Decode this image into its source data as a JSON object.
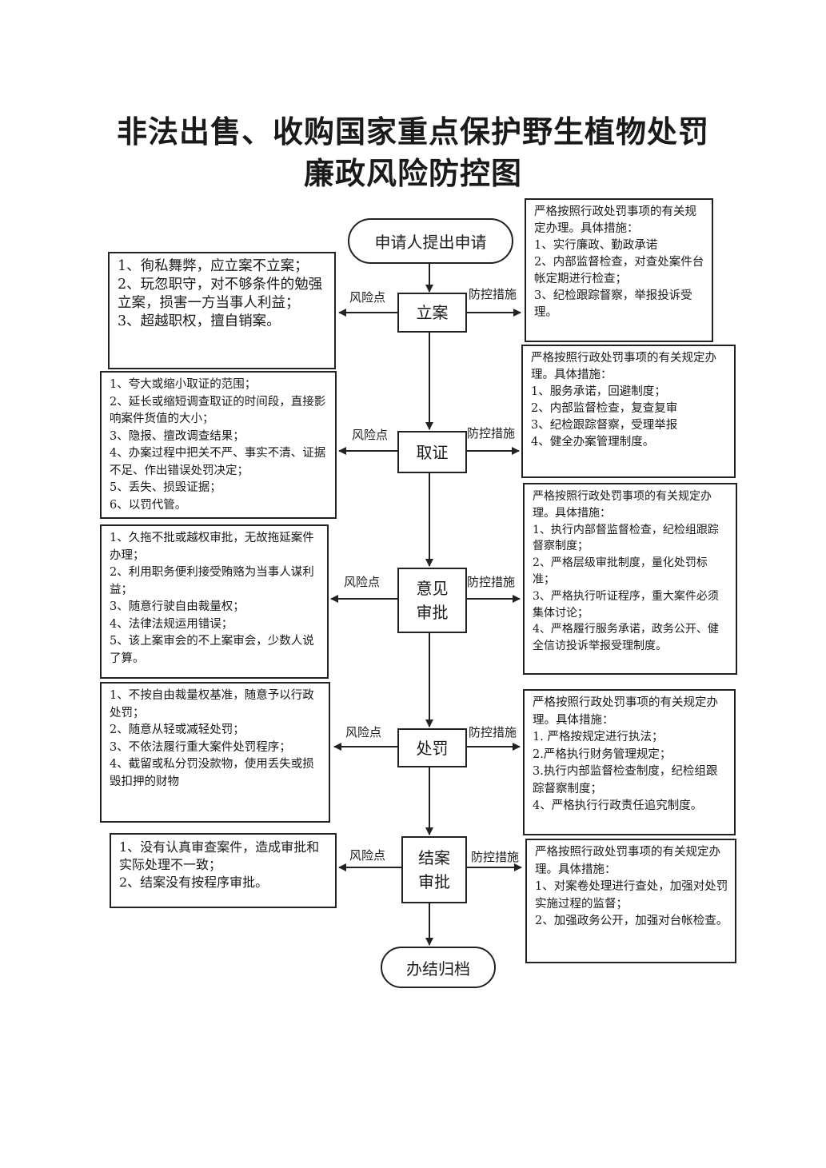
{
  "title": {
    "line1": "非法出售、收购国家重点保护野生植物处罚",
    "line2": "廉政风险防控图"
  },
  "labels": {
    "risk": "风险点",
    "control": "防控措施"
  },
  "start": "申请人提出申请",
  "end": "办结归档",
  "stages": [
    {
      "name": "立案",
      "risks": [
        "1、徇私舞弊，应立案不立案；",
        "2、玩忽职守，对不够条件的勉强立案，损害一方当事人利益；",
        "3、超越职权，擅自销案。"
      ],
      "controls": [
        "严格按照行政处罚事项的有关规定办理。具体措施：",
        "1、实行廉政、勤政承诺",
        "2、内部监督检查，对查处案件台帐定期进行检查；",
        "3、纪检跟踪督察，举报投诉受理。"
      ]
    },
    {
      "name": "取证",
      "risks": [
        "1、夸大或缩小取证的范围；",
        "2、延长或缩短调查取证的时间段，直接影响案件货值的大小；",
        "3、隐报、擅改调查结果；",
        "4、办案过程中把关不严、事实不清、证据不足、作出错误处罚决定；",
        "5、丢失、损毁证据；",
        "6、以罚代管。"
      ],
      "controls": [
        "严格按照行政处罚事项的有关规定办理。具体措施：",
        "1、服务承诺，回避制度；",
        "2、内部监督检查，复查复审",
        "3、纪检跟踪督察，受理举报",
        "4、健全办案管理制度。"
      ]
    },
    {
      "name": "意见\n审批",
      "risks": [
        "1、久拖不批或越权审批，无故拖延案件办理；",
        "2、利用职务便利接受贿赂为当事人谋利益；",
        "3、随意行驶自由裁量权；",
        "4、法律法规运用错误；",
        "5、该上案审会的不上案审会，少数人说了算。"
      ],
      "controls": [
        "严格按照行政处罚事项的有关规定办理。具体措施：",
        "1、执行内部督监督检查，纪检组跟踪督察制度；",
        "2、严格层级审批制度，量化处罚标准；",
        "3、严格执行听证程序，重大案件必须集体讨论；",
        "4、严格履行服务承诺，政务公开、健全信访投诉举报受理制度。"
      ]
    },
    {
      "name": "处罚",
      "risks": [
        "1、不按自由裁量权基准，随意予以行政处罚；",
        "2、随意从轻或减轻处罚；",
        "3、不依法履行重大案件处罚程序；",
        "4、截留或私分罚没款物，使用丢失或损毁扣押的财物"
      ],
      "controls": [
        "严格按照行政处罚事项的有关规定办理。具体措施：",
        "1. 严格按规定进行执法；",
        "2.严格执行财务管理规定；",
        "3.执行内部监督检查制度，纪检组跟踪督察制度；",
        "4、严格执行行政责任追究制度。"
      ]
    },
    {
      "name": "结案\n审批",
      "risks": [
        "1、没有认真审查案件，造成审批和实际处理不一致；",
        "2、结案没有按程序审批。"
      ],
      "controls": [
        "严格按照行政处罚事项的有关规定办理。具体措施：",
        "1、对案卷处理进行查处，加强对处罚实施过程的监督；",
        "2、加强政务公开，加强对台帐检查。"
      ]
    }
  ]
}
